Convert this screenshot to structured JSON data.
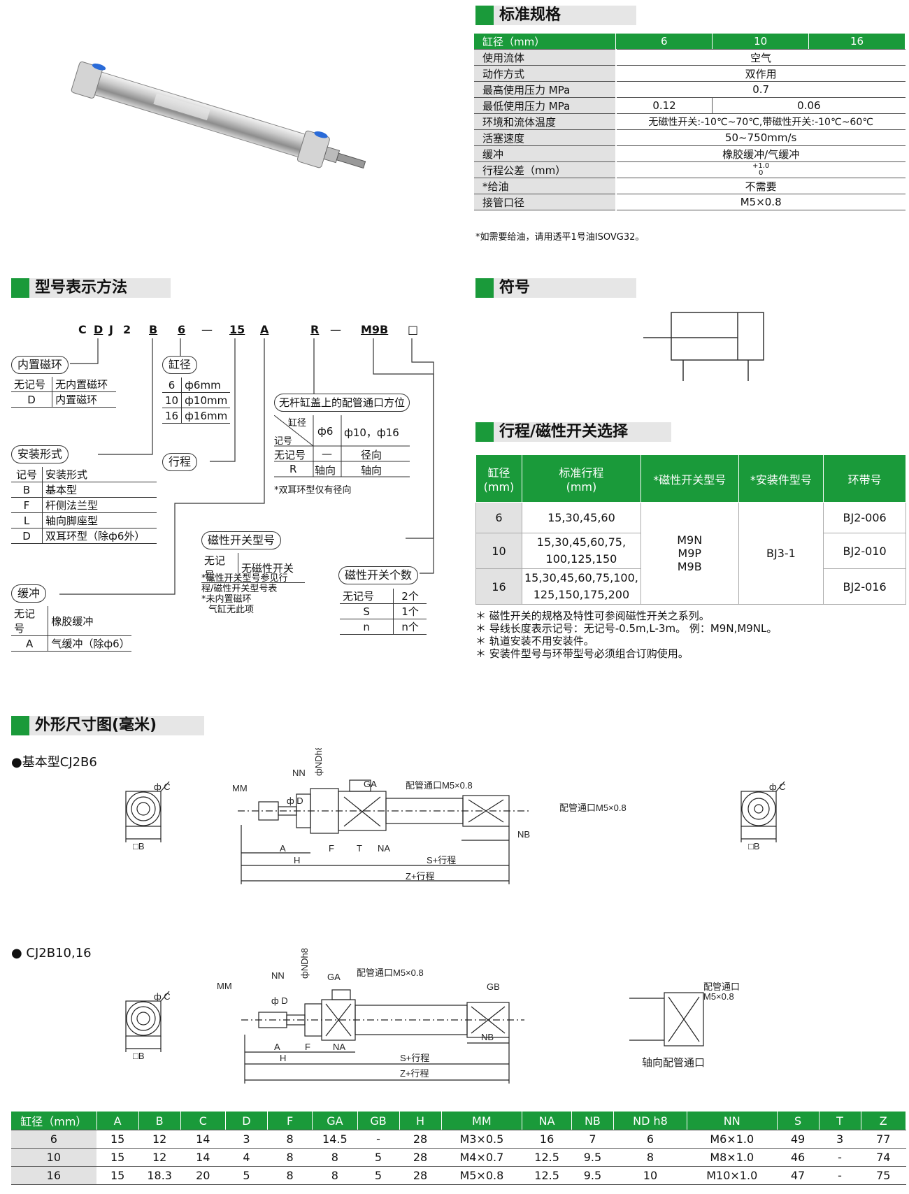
{
  "sections": {
    "spec": "标准规格",
    "model": "型号表示方法",
    "symbol": "符号",
    "stroke": "行程/磁性开关选择",
    "dims": "外形尺寸图(毫米)"
  },
  "spec_table": {
    "header": [
      "缸径（mm）",
      "6",
      "10",
      "16"
    ],
    "rows": [
      {
        "label": "使用流体",
        "value": "空气"
      },
      {
        "label": "动作方式",
        "value": "双作用"
      },
      {
        "label": "最高使用压力 MPa",
        "value": "0.7"
      },
      {
        "label": "最低使用压力 MPa",
        "value6": "0.12",
        "value1016": "0.06"
      },
      {
        "label": "环境和流体温度",
        "value": "无磁性开关:-10℃~70℃,带磁性开关:-10℃~60℃"
      },
      {
        "label": "活塞速度",
        "value": "50~750mm/s"
      },
      {
        "label": "缓冲",
        "value": "橡胶缓冲/气缓冲"
      },
      {
        "label": "行程公差（mm）",
        "value_top": "+1.0",
        "value_bottom": "0"
      },
      {
        "label": "*给油",
        "value": "不需要"
      },
      {
        "label": "接管口径",
        "value": "M5×0.8"
      }
    ],
    "note": "*如需要给油，请用透平1号油ISOVG32。"
  },
  "model_code": {
    "parts": [
      "C",
      "D",
      "J",
      "2",
      "B",
      "6",
      "—",
      "15",
      "A",
      "R",
      "—",
      "M9B",
      "□"
    ],
    "magnet": {
      "title": "内置磁环",
      "rows": [
        [
          "无记号",
          "无内置磁环"
        ],
        [
          "D",
          "内置磁环"
        ]
      ]
    },
    "bore": {
      "title": "缸径",
      "rows": [
        [
          "6",
          "ф6mm"
        ],
        [
          "10",
          "ф10mm"
        ],
        [
          "16",
          "ф16mm"
        ]
      ]
    },
    "mount": {
      "title": "安装形式",
      "rows": [
        [
          "记号",
          "安装形式"
        ],
        [
          "B",
          "基本型"
        ],
        [
          "F",
          "杆侧法兰型"
        ],
        [
          "L",
          "轴向脚座型"
        ],
        [
          "D",
          "双耳环型（除ф6外）"
        ]
      ]
    },
    "stroke": {
      "title": "行程"
    },
    "port": {
      "title": "无杆缸盖上的配管通口方位",
      "diag_top": "缸径",
      "diag_bottom": "记号",
      "col6": "ф6",
      "col1016": "ф10，ф16",
      "rows": [
        [
          "无记号",
          "—",
          "径向"
        ],
        [
          "R",
          "轴向",
          "轴向"
        ]
      ],
      "note": "*双耳环型仅有径向"
    },
    "switch": {
      "title": "磁性开关型号",
      "row": [
        "无记号",
        "无磁性开关"
      ],
      "notes": [
        "*磁性开关型号参见行",
        "程/磁性开关型号表",
        "*未内置磁环",
        "气缸无此项"
      ]
    },
    "count": {
      "title": "磁性开关个数",
      "rows": [
        [
          "无记号",
          "2个"
        ],
        [
          "S",
          "1个"
        ],
        [
          "n",
          "n个"
        ]
      ]
    },
    "cushion": {
      "title": "缓冲",
      "rows": [
        [
          "无记号",
          "橡胶缓冲"
        ],
        [
          "A",
          "气缓冲（除ф6）"
        ]
      ]
    }
  },
  "stroke_table": {
    "header": [
      "缸径\n(mm)",
      "标准行程\n(mm)",
      "*磁性开关型号",
      "*安装件型号",
      "环带号"
    ],
    "rows": [
      {
        "bore": "6",
        "strokes": "15,30,45,60",
        "band": "BJ2-006"
      },
      {
        "bore": "10",
        "strokes": "15,30,45,60,75,\n100,125,150",
        "band": "BJ2-010"
      },
      {
        "bore": "16",
        "strokes": "15,30,45,60,75,100,\n125,150,175,200",
        "band": "BJ2-016"
      }
    ],
    "switch_models": "M9N\nM9P\nM9B",
    "mount_part": "BJ3-1",
    "notes": [
      "＊ 磁性开关的规格及特性可参阅磁性开关之系列。",
      "＊ 导线长度表示记号：无记号-0.5m,L-3m。 例：M9N,M9NL。",
      "＊ 轨道安装不用安装件。",
      "＊ 安装件型号与环带型号必须组合订购使用。"
    ]
  },
  "drawings": {
    "basic_title": "●基本型CJ2B6",
    "b2_title": "● CJ2B10,16",
    "axial_label": "轴向配管通口",
    "port_label": "配管通口M5×0.8",
    "port_label2a": "配管通口",
    "port_label2b": "M5×0.8",
    "labels": {
      "C": "ф C",
      "B": "□B",
      "MM": "MM",
      "NN": "NN",
      "D": "ф D",
      "ND": "фNDh8",
      "GA": "GA",
      "GB": "GB",
      "NA": "NA",
      "NB": "NB",
      "A": "A",
      "F": "F",
      "T": "T",
      "H": "H",
      "S": "S+行程",
      "Z": "Z+行程"
    }
  },
  "dims_table": {
    "header": [
      "缸径（mm）",
      "A",
      "B",
      "C",
      "D",
      "F",
      "GA",
      "GB",
      "H",
      "MM",
      "NA",
      "NB",
      "ND h8",
      "NN",
      "S",
      "T",
      "Z"
    ],
    "rows": [
      [
        "6",
        "15",
        "12",
        "14",
        "3",
        "8",
        "14.5",
        "-",
        "28",
        "M3×0.5",
        "16",
        "7",
        "6",
        "M6×1.0",
        "49",
        "3",
        "77"
      ],
      [
        "10",
        "15",
        "12",
        "14",
        "4",
        "8",
        "8",
        "5",
        "28",
        "M4×0.7",
        "12.5",
        "9.5",
        "8",
        "M8×1.0",
        "46",
        "-",
        "74"
      ],
      [
        "16",
        "15",
        "18.3",
        "20",
        "5",
        "8",
        "8",
        "5",
        "28",
        "M5×0.8",
        "12.5",
        "9.5",
        "10",
        "M10×1.0",
        "47",
        "-",
        "75"
      ]
    ]
  },
  "colors": {
    "accent": "#1a9a3a",
    "label_bg": "#e2e2e2",
    "title_bg": "#e6e6e6"
  }
}
